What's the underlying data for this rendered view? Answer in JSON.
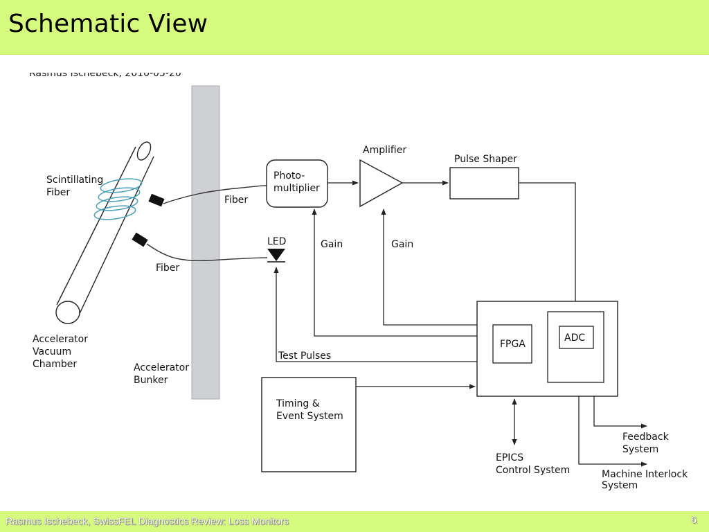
{
  "slide": {
    "title": "Schematic View",
    "footer_text": "Rasmus Ischebeck, SwissFEL Diagnostics Review: Loss Monitors",
    "page_number": "6",
    "cropped_caption": "Rasmus Ischebeck, 2010-05-20"
  },
  "diagram": {
    "scintillating_fiber": [
      "Scintillating",
      "Fiber"
    ],
    "fiber_top": "Fiber",
    "fiber_bottom": "Fiber",
    "photomultiplier": [
      "Photo-",
      "multiplier"
    ],
    "amplifier": "Amplifier",
    "pulse_shaper": "Pulse Shaper",
    "led": "LED",
    "gain_pm": "Gain",
    "gain_amp": "Gain",
    "vacuum_chamber": [
      "Accelerator",
      "Vacuum",
      "Chamber"
    ],
    "bunker": [
      "Accelerator",
      "Bunker"
    ],
    "test_pulses": "Test Pulses",
    "fpga": "FPGA",
    "adc": "ADC",
    "timing": [
      "Timing &",
      "Event System"
    ],
    "epics": [
      "EPICS",
      "Control System"
    ],
    "feedback": [
      "Feedback",
      "System"
    ],
    "interlock": [
      "Machine Interlock",
      "System"
    ]
  }
}
